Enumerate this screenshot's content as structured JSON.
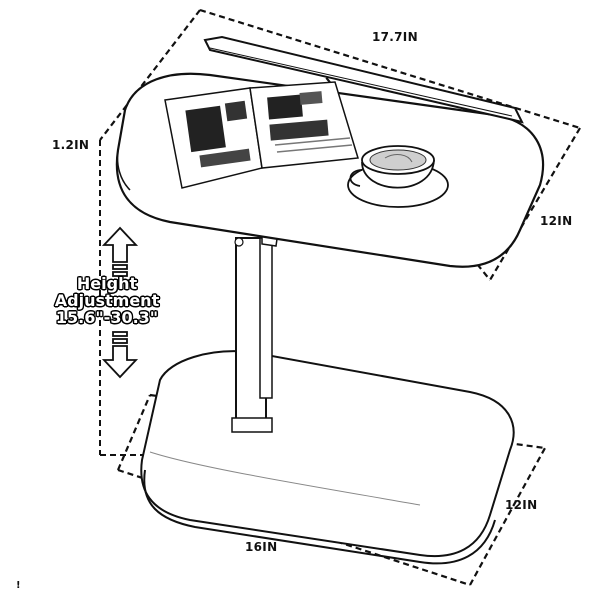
{
  "dimensions": {
    "top_width": "17.7IN",
    "top_depth": "12IN",
    "top_thickness": "1.2IN",
    "base_width": "16IN",
    "base_depth": "12IN"
  },
  "height_adjustment": {
    "line1": "Height",
    "line2": "Adjustment",
    "line3": "15.6\"-30.3\""
  },
  "footer_mark": "!"
}
